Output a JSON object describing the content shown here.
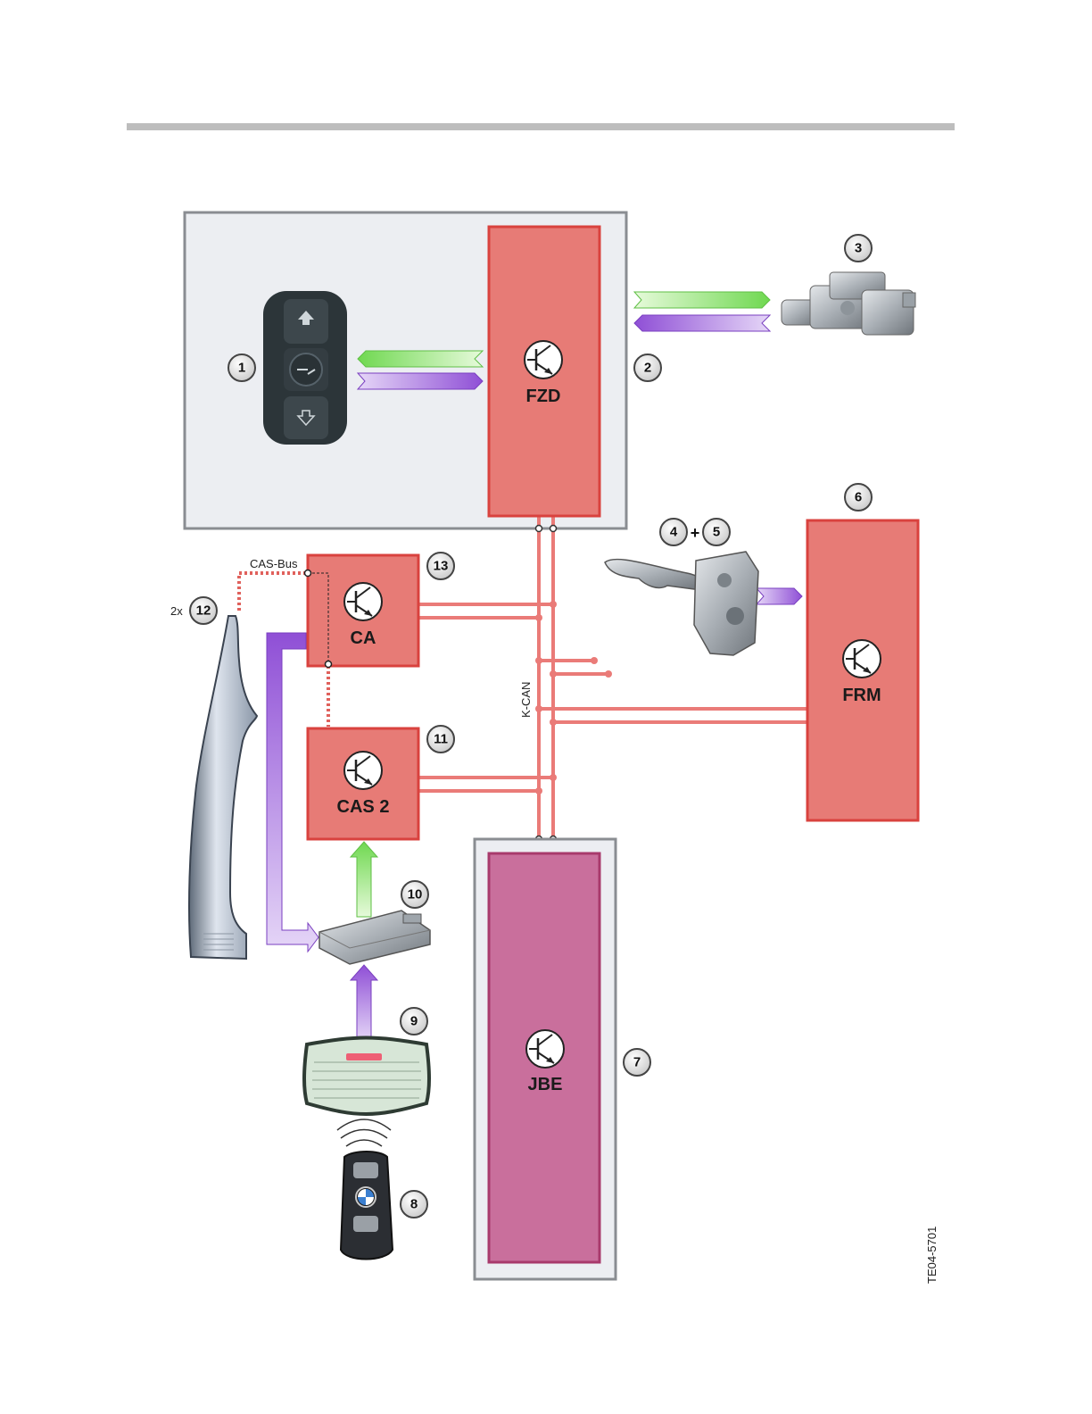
{
  "colors": {
    "ecu_red": "#e77b76",
    "ecu_red_border": "#d9423e",
    "jbe_magenta": "#c96f9c",
    "frame_grey": "#eceef2",
    "bus_line": "#ea7b78",
    "arrow_green": "#7fdf63",
    "arrow_purple": "#9a5ed8",
    "header_bar": "#bdbdbd"
  },
  "ecus": {
    "fzd": "FZD",
    "ca": "CA",
    "cas2": "CAS 2",
    "frm": "FRM",
    "jbe": "JBE"
  },
  "labels": {
    "cas_bus": "CAS-Bus",
    "k_can": "K-CAN",
    "multiplier": "2x",
    "plus": "+",
    "figure_code": "TE04-5701"
  },
  "callouts": {
    "n1": "1",
    "n2": "2",
    "n3": "3",
    "n4": "4",
    "n5": "5",
    "n6": "6",
    "n7": "7",
    "n8": "8",
    "n9": "9",
    "n10": "10",
    "n11": "11",
    "n12": "12",
    "n13": "13"
  }
}
